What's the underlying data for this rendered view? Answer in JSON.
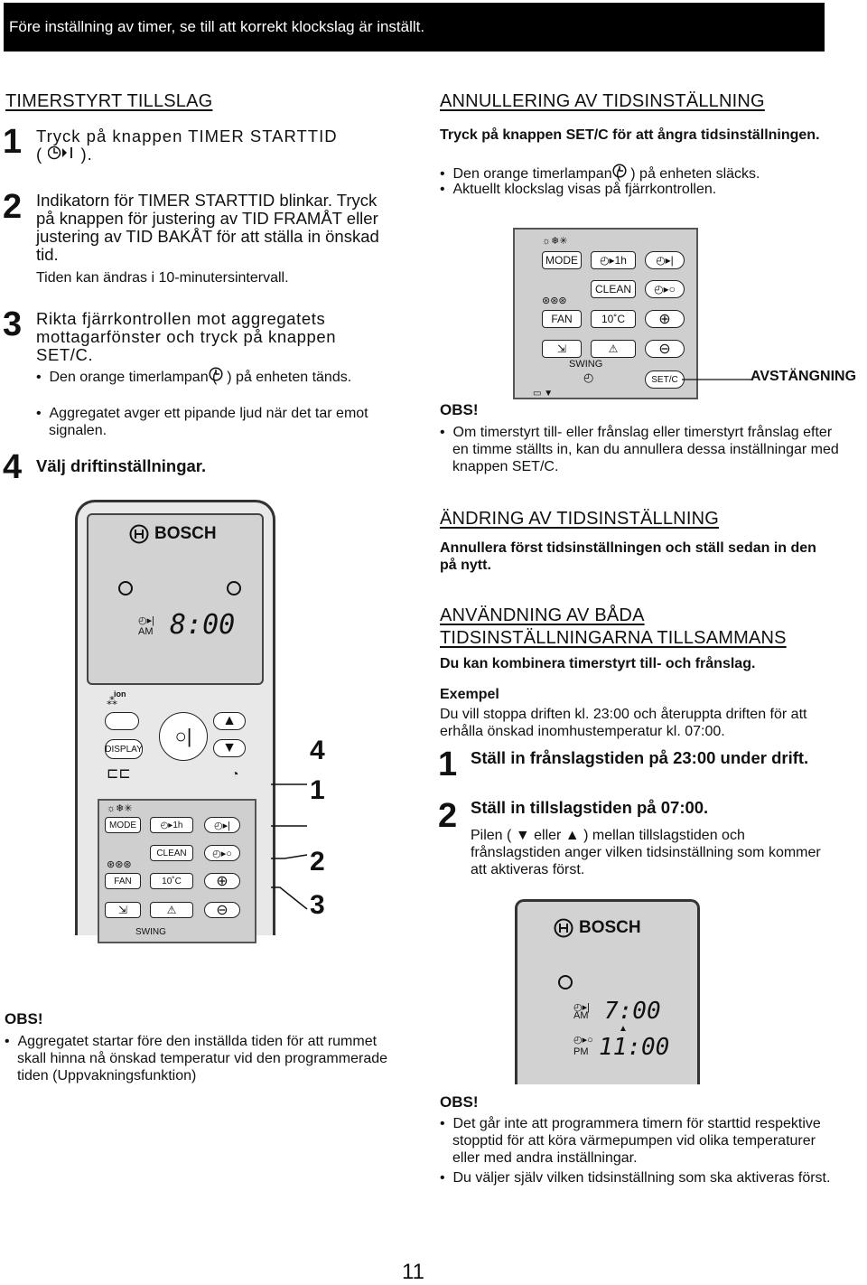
{
  "banner": "Före inställning av timer, se till att korrekt klockslag är inställt.",
  "left": {
    "heading": "TIMERSTYRT TILLSLAG",
    "steps": [
      {
        "num": "1",
        "text": "Tryck på knappen TIMER STARTTID",
        "text2": "(",
        "text3": ")."
      },
      {
        "num": "2",
        "text": "Indikatorn för TIMER STARTTID blinkar. Tryck på knappen för justering av TID FRAMÅT eller justering av TID BAKÅT för att ställa in önskad tid.",
        "note": "Tiden kan ändras i 10-minutersintervall."
      },
      {
        "num": "3",
        "text": "Rikta fjärrkontrollen mot aggregatets mottagarfönster och tryck på knappen SET/C.",
        "bullet1a": "Den orange timerlampan (",
        "bullet1b": ") på enheten tänds.",
        "bullet2": "Aggregatet avger ett pipande ljud när det tar emot signalen."
      },
      {
        "num": "4",
        "text": "Välj driftinställningar."
      }
    ],
    "callouts": [
      "4",
      "1",
      "2",
      "3"
    ],
    "obs_title": "OBS!",
    "obs_text": "Aggregatet startar före den inställda tiden för att rummet skall hinna nå önskad temperatur vid den programmerade tiden (Uppvakningsfunktion)"
  },
  "remote1": {
    "brand": "BOSCH",
    "am": "AM",
    "time": "8:00",
    "ion": "ion",
    "display": "DISPLAY",
    "mode": "MODE",
    "one_h": "1h",
    "clean": "CLEAN",
    "fan": "FAN",
    "ten_c": "10˚C",
    "swing": "SWING"
  },
  "right": {
    "heading1": "ANNULLERING AV TIDSINSTÄLLNING",
    "lead1": "Tryck på knappen SET/C för att ångra tidsinställningen.",
    "bullet1a": "Den orange timerlampan (",
    "bullet1b": ") på enheten släcks.",
    "bullet2": "Aktuellt klockslag visas på fjärrkontrollen.",
    "panel": {
      "mode": "MODE",
      "one_h": "1h",
      "clean": "CLEAN",
      "fan": "FAN",
      "ten_c": "10˚C",
      "swing": "SWING",
      "setc": "SET/C"
    },
    "avst": "AVSTÄNGNING",
    "obs_title": "OBS!",
    "obs_text": "Om timerstyrt till- eller frånslag eller timerstyrt frånslag efter en timme ställts in, kan du annullera dessa inställningar med knappen SET/C.",
    "heading2": "ÄNDRING AV TIDSINSTÄLLNING",
    "lead2": "Annullera först tidsinställningen och ställ sedan in den på nytt.",
    "heading3a": "ANVÄNDNING AV BÅDA",
    "heading3b": "TIDSINSTÄLLNINGARNA TILLSAMMANS",
    "lead3": "Du kan kombinera timerstyrt till- och frånslag.",
    "example_title": "Exempel",
    "example_text": "Du vill stoppa driften kl. 23:00 och återuppta driften för att erhålla önskad inomhustemperatur kl. 07:00.",
    "step1_num": "1",
    "step1": "Ställ in frånslagstiden på 23:00 under drift.",
    "step2_num": "2",
    "step2": "Ställ in tillslagstiden på 07:00.",
    "step2_a": "Pilen (",
    "step2_b": "eller",
    "step2_c": ") mellan tillslagstiden och frånslagstiden anger vilken tidsinställning som kommer att aktiveras först.",
    "remote2": {
      "brand": "BOSCH",
      "am": "AM",
      "pm": "PM",
      "time1": "7:00",
      "time2": "11:00"
    },
    "obs2_title": "OBS!",
    "obs2_b1": "Det går inte att programmera timern för starttid respektive stopptid för att köra värmepumpen vid olika temperaturer eller med andra inställningar.",
    "obs2_b2": "Du väljer själv vilken tidsinställning som ska aktiveras först."
  },
  "page_number": "11"
}
